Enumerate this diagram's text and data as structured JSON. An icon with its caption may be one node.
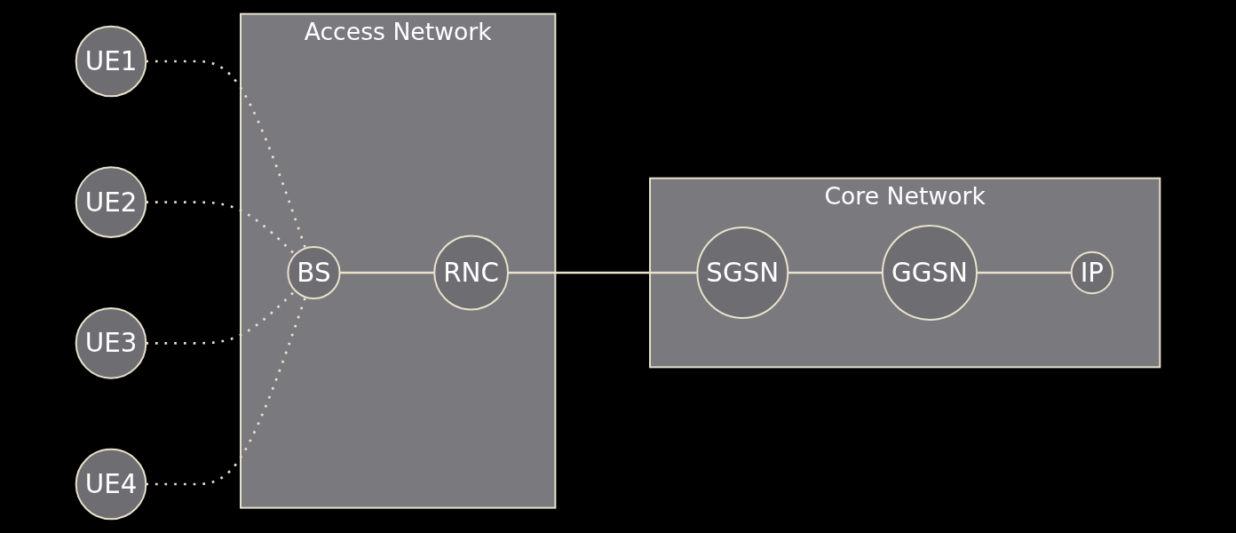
{
  "diagram": {
    "nodes": [
      {
        "text": [
          "UE1"
        ]
      },
      {
        "text": [
          "UE2"
        ]
      },
      {
        "text": [
          "UE3"
        ]
      },
      {
        "text": [
          "UE4"
        ]
      },
      {
        "text": [
          "Access Network"
        ]
      },
      {
        "text": [
          "BS"
        ],
        "in": 4
      },
      {
        "text": [
          "RNC"
        ],
        "in": 4
      },
      {
        "text": [
          "Core Network"
        ]
      },
      {
        "text": [
          "SGSN"
        ],
        "in": 7
      },
      {
        "text": [
          "GGSN"
        ],
        "in": 7
      },
      {
        "text": [
          "IP"
        ],
        "in": 7
      }
    ],
    "edges": [
      {
        "from": 0,
        "to": 5,
        "arrow": "none",
        "style": "dashed"
      },
      {
        "from": 1,
        "to": 5,
        "arrow": "none",
        "style": "dashed"
      },
      {
        "from": 2,
        "to": 5,
        "arrow": "none",
        "style": "dashed"
      },
      {
        "from": 3,
        "to": 5,
        "arrow": "none",
        "style": "dashed"
      },
      {
        "from": 5,
        "to": 6,
        "arrow": "none"
      },
      {
        "from": 6,
        "to": 8,
        "arrow": "none"
      },
      {
        "from": 8,
        "to": 9,
        "arrow": "none"
      },
      {
        "from": 9,
        "to": 10,
        "arrow": "none"
      }
    ]
  }
}
